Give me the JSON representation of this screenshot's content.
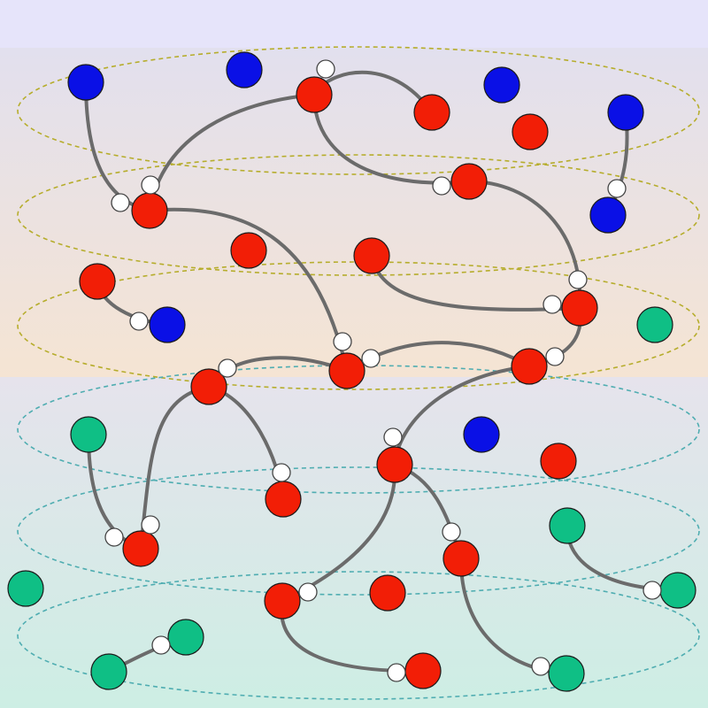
{
  "colors": {
    "blue": "#0a10e6",
    "red": "#f21e06",
    "green": "#0fbf85",
    "ring_upper": "#b6ad2c",
    "ring_lower": "#4fadb1",
    "edge": "#6b6b6b",
    "top_band": "#e6e4fa",
    "gradient_upper": [
      "#e2e0ee",
      "#f5e4d3"
    ],
    "gradient_lower": [
      "#e6e3ec",
      "#cdeee4"
    ]
  },
  "rings": [
    {
      "id": "r1",
      "group": "upper"
    },
    {
      "id": "r2",
      "group": "upper"
    },
    {
      "id": "r3",
      "group": "upper"
    },
    {
      "id": "r4",
      "group": "lower"
    },
    {
      "id": "r5",
      "group": "lower"
    },
    {
      "id": "r6",
      "group": "lower"
    }
  ],
  "nodes": [
    {
      "id": "n1",
      "color": "blue"
    },
    {
      "id": "n2",
      "color": "blue"
    },
    {
      "id": "n3",
      "color": "red"
    },
    {
      "id": "n4",
      "color": "red"
    },
    {
      "id": "n5",
      "color": "blue"
    },
    {
      "id": "n6",
      "color": "red"
    },
    {
      "id": "n7",
      "color": "blue"
    },
    {
      "id": "n8",
      "color": "red"
    },
    {
      "id": "n9",
      "color": "red"
    },
    {
      "id": "n10",
      "color": "blue"
    },
    {
      "id": "n11",
      "color": "red"
    },
    {
      "id": "n12",
      "color": "red"
    },
    {
      "id": "n13",
      "color": "red"
    },
    {
      "id": "n14",
      "color": "blue"
    },
    {
      "id": "n15",
      "color": "red"
    },
    {
      "id": "n16",
      "color": "green"
    },
    {
      "id": "n17",
      "color": "red"
    },
    {
      "id": "n18",
      "color": "red"
    },
    {
      "id": "n19",
      "color": "red"
    },
    {
      "id": "n20",
      "color": "green"
    },
    {
      "id": "n21",
      "color": "blue"
    },
    {
      "id": "n22",
      "color": "red"
    },
    {
      "id": "n23",
      "color": "red"
    },
    {
      "id": "n24",
      "color": "red"
    },
    {
      "id": "n25",
      "color": "red"
    },
    {
      "id": "n26",
      "color": "green"
    },
    {
      "id": "n27",
      "color": "red"
    },
    {
      "id": "n28",
      "color": "green"
    },
    {
      "id": "n29",
      "color": "red"
    },
    {
      "id": "n30",
      "color": "red"
    },
    {
      "id": "n31",
      "color": "green"
    },
    {
      "id": "n32",
      "color": "green"
    },
    {
      "id": "n33",
      "color": "green"
    },
    {
      "id": "n34",
      "color": "red"
    },
    {
      "id": "n35",
      "color": "green"
    }
  ],
  "edges": [
    {
      "from": "n1",
      "to": "n8"
    },
    {
      "from": "n3",
      "to": "n8"
    },
    {
      "from": "n3",
      "to": "n4"
    },
    {
      "from": "n3",
      "to": "n9"
    },
    {
      "from": "n7",
      "to": "n10"
    },
    {
      "from": "n9",
      "to": "n15"
    },
    {
      "from": "n8",
      "to": "n19"
    },
    {
      "from": "n12",
      "to": "n15"
    },
    {
      "from": "n13",
      "to": "n14"
    },
    {
      "from": "n15",
      "to": "n23"
    },
    {
      "from": "n22",
      "to": "n19"
    },
    {
      "from": "n19",
      "to": "n23"
    },
    {
      "from": "n22",
      "to": "n25"
    },
    {
      "from": "n22",
      "to": "n27"
    },
    {
      "from": "n26",
      "to": "n27"
    },
    {
      "from": "n23",
      "to": "n24"
    },
    {
      "from": "n24",
      "to": "n29"
    },
    {
      "from": "n24",
      "to": "n30"
    },
    {
      "from": "n30",
      "to": "n34"
    },
    {
      "from": "n29",
      "to": "n35"
    },
    {
      "from": "n28",
      "to": "n32"
    },
    {
      "from": "n33",
      "to": "n31"
    }
  ]
}
